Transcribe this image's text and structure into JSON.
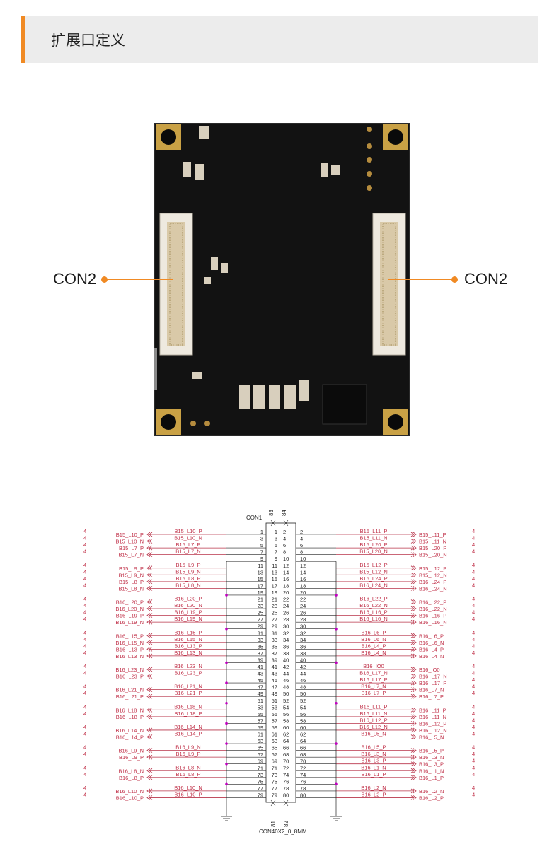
{
  "header": {
    "title": "扩展口定义"
  },
  "callouts": {
    "left": "CON2",
    "right": "CON2"
  },
  "connector": {
    "ref": "CON1",
    "part": "CON40X2_0_8MM",
    "top_pins": [
      "83",
      "84"
    ],
    "bottom_pins": [
      "81",
      "82"
    ],
    "sheet": "4"
  },
  "pins_left": [
    {
      "pin": "1",
      "net": "B15_L10_P",
      "port": "B15_L10_P"
    },
    {
      "pin": "3",
      "net": "B15_L10_N",
      "port": "B15_L10_N"
    },
    {
      "pin": "5",
      "net": "B15_L7_P",
      "port": "B15_L7_P"
    },
    {
      "pin": "7",
      "net": "B15_L7_N",
      "port": "B15_L7_N"
    },
    {
      "pin": "9",
      "net": "",
      "port": ""
    },
    {
      "pin": "11",
      "net": "B15_L9_P",
      "port": "B15_L9_P"
    },
    {
      "pin": "13",
      "net": "B15_L9_N",
      "port": "B15_L9_N"
    },
    {
      "pin": "15",
      "net": "B15_L8_P",
      "port": "B15_L8_P"
    },
    {
      "pin": "17",
      "net": "B15_L8_N",
      "port": "B15_L8_N"
    },
    {
      "pin": "19",
      "net": "",
      "port": ""
    },
    {
      "pin": "21",
      "net": "B16_L20_P",
      "port": "B16_L20_P"
    },
    {
      "pin": "23",
      "net": "B16_L20_N",
      "port": "B16_L20_N"
    },
    {
      "pin": "25",
      "net": "B16_L19_P",
      "port": "B16_L19_P"
    },
    {
      "pin": "27",
      "net": "B16_L19_N",
      "port": "B16_L19_N"
    },
    {
      "pin": "29",
      "net": "",
      "port": ""
    },
    {
      "pin": "31",
      "net": "B16_L15_P",
      "port": "B16_L15_P"
    },
    {
      "pin": "33",
      "net": "B16_L15_N",
      "port": "B16_L15_N"
    },
    {
      "pin": "35",
      "net": "B16_L13_P",
      "port": "B16_L13_P"
    },
    {
      "pin": "37",
      "net": "B16_L13_N",
      "port": "B16_L13_N"
    },
    {
      "pin": "39",
      "net": "",
      "port": ""
    },
    {
      "pin": "41",
      "net": "B16_L23_N",
      "port": "B16_L23_N"
    },
    {
      "pin": "43",
      "net": "B16_L23_P",
      "port": "B16_L23_P"
    },
    {
      "pin": "45",
      "net": "",
      "port": ""
    },
    {
      "pin": "47",
      "net": "B16_L21_N",
      "port": "B16_L21_N"
    },
    {
      "pin": "49",
      "net": "B16_L21_P",
      "port": "B16_L21_P"
    },
    {
      "pin": "51",
      "net": "",
      "port": ""
    },
    {
      "pin": "53",
      "net": "B16_L18_N",
      "port": "B16_L18_N"
    },
    {
      "pin": "55",
      "net": "B16_L18_P",
      "port": "B16_L18_P"
    },
    {
      "pin": "57",
      "net": "",
      "port": ""
    },
    {
      "pin": "59",
      "net": "B16_L14_N",
      "port": "B16_L14_N"
    },
    {
      "pin": "61",
      "net": "B16_L14_P",
      "port": "B16_L14_P"
    },
    {
      "pin": "63",
      "net": "",
      "port": ""
    },
    {
      "pin": "65",
      "net": "B16_L9_N",
      "port": "B16_L9_N"
    },
    {
      "pin": "67",
      "net": "B16_L9_P",
      "port": "B16_L9_P"
    },
    {
      "pin": "69",
      "net": "",
      "port": ""
    },
    {
      "pin": "71",
      "net": "B16_L8_N",
      "port": "B16_L8_N"
    },
    {
      "pin": "73",
      "net": "B16_L8_P",
      "port": "B16_L8_P"
    },
    {
      "pin": "75",
      "net": "",
      "port": ""
    },
    {
      "pin": "77",
      "net": "B16_L10_N",
      "port": "B16_L10_N"
    },
    {
      "pin": "79",
      "net": "B16_L10_P",
      "port": "B16_L10_P"
    }
  ],
  "pins_right": [
    {
      "pin": "2",
      "net": "B15_L11_P",
      "port": "B15_L11_P"
    },
    {
      "pin": "4",
      "net": "B15_L11_N",
      "port": "B15_L11_N"
    },
    {
      "pin": "6",
      "net": "B15_L20_P",
      "port": "B15_L20_P"
    },
    {
      "pin": "8",
      "net": "B15_L20_N",
      "port": "B15_L20_N"
    },
    {
      "pin": "10",
      "net": "",
      "port": ""
    },
    {
      "pin": "12",
      "net": "B15_L12_P",
      "port": "B15_L12_P"
    },
    {
      "pin": "14",
      "net": "B15_L12_N",
      "port": "B15_L12_N"
    },
    {
      "pin": "16",
      "net": "B16_L24_P",
      "port": "B16_L24_P"
    },
    {
      "pin": "18",
      "net": "B16_L24_N",
      "port": "B16_L24_N"
    },
    {
      "pin": "20",
      "net": "",
      "port": ""
    },
    {
      "pin": "22",
      "net": "B16_L22_P",
      "port": "B16_L22_P"
    },
    {
      "pin": "24",
      "net": "B16_L22_N",
      "port": "B16_L22_N"
    },
    {
      "pin": "26",
      "net": "B16_L16_P",
      "port": "B16_L16_P"
    },
    {
      "pin": "28",
      "net": "B16_L16_N",
      "port": "B16_L16_N"
    },
    {
      "pin": "30",
      "net": "",
      "port": ""
    },
    {
      "pin": "32",
      "net": "B16_L6_P",
      "port": "B16_L6_P"
    },
    {
      "pin": "34",
      "net": "B16_L6_N",
      "port": "B16_L6_N"
    },
    {
      "pin": "36",
      "net": "B16_L4_P",
      "port": "B16_L4_P"
    },
    {
      "pin": "38",
      "net": "B16_L4_N",
      "port": "B16_L4_N"
    },
    {
      "pin": "40",
      "net": "",
      "port": ""
    },
    {
      "pin": "42",
      "net": "B16_IO0",
      "port": "B16_IO0"
    },
    {
      "pin": "44",
      "net": "B16_L17_N",
      "port": "B16_L17_N"
    },
    {
      "pin": "46",
      "net": "B16_L17_P",
      "port": "B16_L17_P"
    },
    {
      "pin": "48",
      "net": "B16_L7_N",
      "port": "B16_L7_N"
    },
    {
      "pin": "50",
      "net": "B16_L7_P",
      "port": "B16_L7_P"
    },
    {
      "pin": "52",
      "net": "",
      "port": ""
    },
    {
      "pin": "54",
      "net": "B16_L11_P",
      "port": "B16_L11_P"
    },
    {
      "pin": "56",
      "net": "B16_L11_N",
      "port": "B16_L11_N"
    },
    {
      "pin": "58",
      "net": "B16_L12_P",
      "port": "B16_L12_P"
    },
    {
      "pin": "60",
      "net": "B16_L12_N",
      "port": "B16_L12_N"
    },
    {
      "pin": "62",
      "net": "B16_L5_N",
      "port": "B16_L5_N"
    },
    {
      "pin": "64",
      "net": "",
      "port": ""
    },
    {
      "pin": "66",
      "net": "B16_L5_P",
      "port": "B16_L5_P"
    },
    {
      "pin": "68",
      "net": "B16_L3_N",
      "port": "B16_L3_N"
    },
    {
      "pin": "70",
      "net": "B16_L3_P",
      "port": "B16_L3_P"
    },
    {
      "pin": "72",
      "net": "B16_L1_N",
      "port": "B16_L1_N"
    },
    {
      "pin": "74",
      "net": "B16_L1_P",
      "port": "B16_L1_P"
    },
    {
      "pin": "76",
      "net": "",
      "port": ""
    },
    {
      "pin": "78",
      "net": "B16_L2_N",
      "port": "B16_L2_N"
    },
    {
      "pin": "80",
      "net": "B16_L2_P",
      "port": "B16_L2_P"
    }
  ],
  "colors": {
    "accent": "#f08a24",
    "header_bg": "#ececec",
    "wire": "#b8344a",
    "text": "#c03048",
    "junction": "#c000c0",
    "board": "#121212",
    "gold": "#c9a145"
  }
}
